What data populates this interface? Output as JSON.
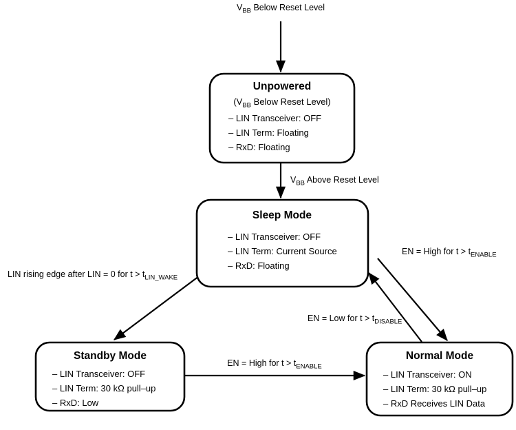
{
  "diagram": {
    "title": "LIN Transceiver Mode State Diagram",
    "type": "state-diagram",
    "colors": {
      "background": "#ffffff",
      "stroke": "#000000",
      "text": "#000000"
    },
    "states": [
      {
        "id": "unpowered",
        "title": "Unpowered",
        "subtitle_pre": "(V",
        "subtitle_sub": "BB",
        "subtitle_post": " Below Reset Level)",
        "items": [
          "– LIN Transceiver: OFF",
          "– LIN Term: Floating",
          "– RxD: Floating"
        ]
      },
      {
        "id": "sleep",
        "title": "Sleep Mode",
        "items": [
          "– LIN Transceiver: OFF",
          "– LIN Term: Current Source",
          "– RxD: Floating"
        ]
      },
      {
        "id": "standby",
        "title": "Standby Mode",
        "items": [
          "– LIN Transceiver: OFF",
          "– LIN Term: 30 kΩ pull–up",
          "– RxD: Low"
        ]
      },
      {
        "id": "normal",
        "title": "Normal Mode",
        "items": [
          "– LIN Transceiver: ON",
          "– LIN Term: 30 kΩ pull–up",
          "– RxD Receives LIN Data"
        ]
      }
    ],
    "transitions": [
      {
        "id": "entry-to-unpowered",
        "from": "",
        "to": "unpowered",
        "label_pre": "V",
        "label_sub": "BB",
        "label_post": " Below Reset Level"
      },
      {
        "id": "unpowered-to-sleep",
        "from": "unpowered",
        "to": "sleep",
        "label_pre": "V",
        "label_sub": "BB",
        "label_post": " Above Reset Level"
      },
      {
        "id": "sleep-to-standby",
        "from": "sleep",
        "to": "standby",
        "label_pre": "LIN rising edge after LIN = 0 for t > t",
        "label_sub": "LIN_WAKE",
        "label_post": ""
      },
      {
        "id": "normal-to-sleep",
        "from": "normal",
        "to": "sleep",
        "label_pre": "EN = Low for t > t",
        "label_sub": "DISABLE",
        "label_post": ""
      },
      {
        "id": "sleep-to-normal",
        "from": "sleep",
        "to": "normal",
        "label_pre": "EN = High for t > t",
        "label_sub": "ENABLE",
        "label_post": ""
      },
      {
        "id": "standby-to-normal",
        "from": "standby",
        "to": "normal",
        "label_pre": "EN = High for t > t",
        "label_sub": "ENABLE",
        "label_post": ""
      }
    ]
  }
}
